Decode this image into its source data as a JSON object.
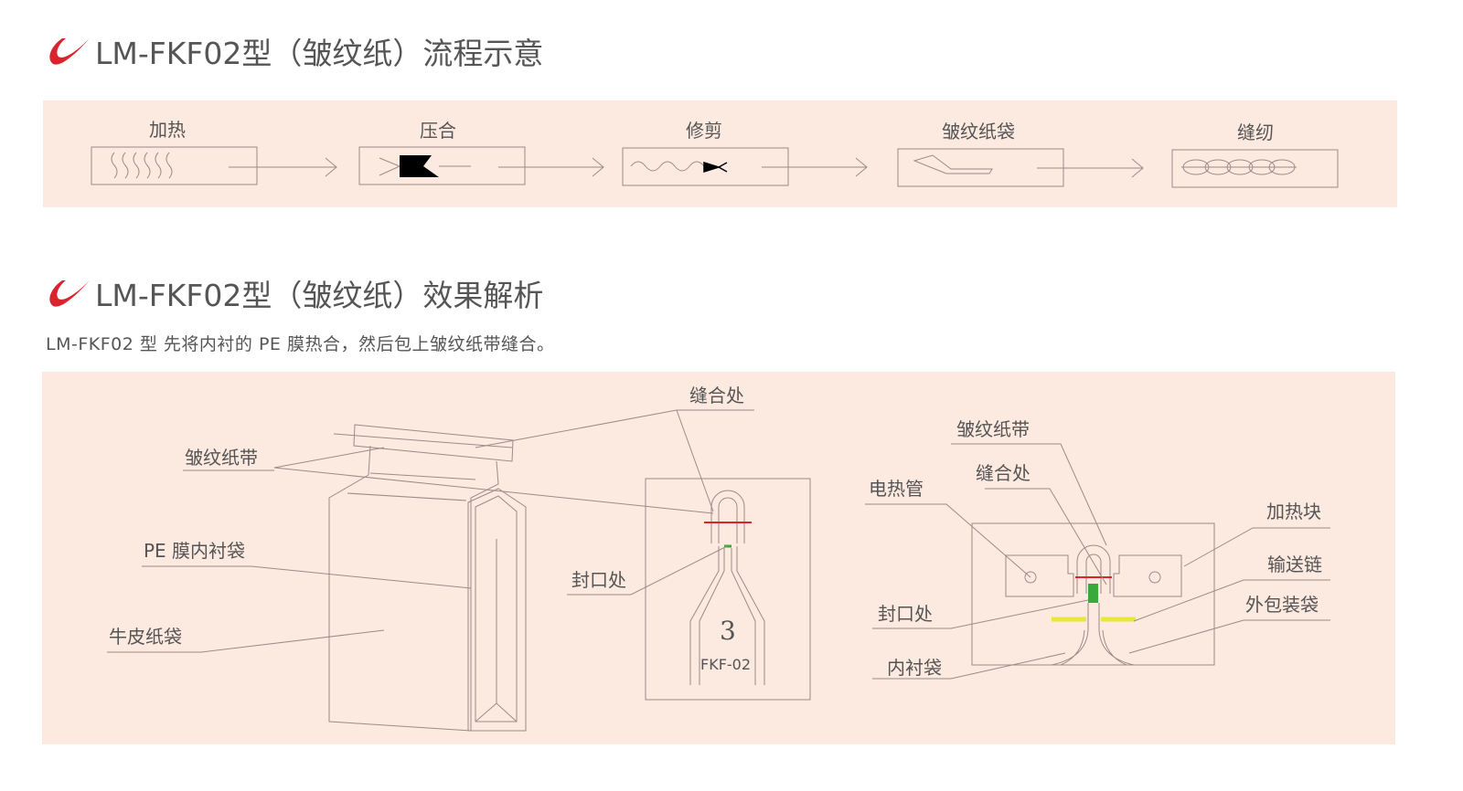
{
  "section1": {
    "title": "LM-FKF02型（皱纹纸）流程示意",
    "steps": [
      {
        "label": "加热"
      },
      {
        "label": "压合"
      },
      {
        "label": "修剪"
      },
      {
        "label": "皱纹纸袋"
      },
      {
        "label": "缝纫"
      }
    ]
  },
  "section2": {
    "title": "LM-FKF02型（皱纹纸）效果解析",
    "description": "LM-FKF02 型 先将内衬的 PE 膜热合，然后包上皱纹纸带缝合。",
    "left_labels": {
      "crepe_tape": "皱纹纸带",
      "pe_liner": "PE 膜内衬袋",
      "kraft_bag": "牛皮纸袋",
      "stitch": "缝合处",
      "seal": "封口处",
      "number": "3",
      "model": "FKF-02"
    },
    "right_labels": {
      "crepe_tape": "皱纹纸带",
      "stitch": "缝合处",
      "heater_tube": "电热管",
      "heating_block": "加热块",
      "conveyor_chain": "输送链",
      "outer_bag": "外包装袋",
      "seal": "封口处",
      "inner_bag": "内衬袋"
    }
  },
  "colors": {
    "accent": "#d9232d",
    "panel": "#fce9e0",
    "seal_green": "#3aa83a",
    "chain_yellow": "#e8e83a"
  }
}
